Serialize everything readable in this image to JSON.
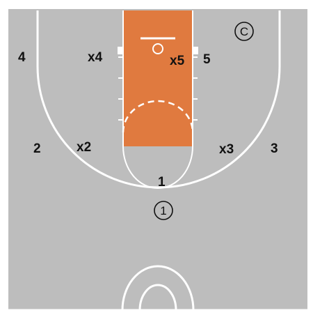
{
  "court": {
    "floor_color": "#bdbdbd",
    "lane_color": "#e07a3f",
    "line_color": "#ffffff",
    "outer_color": "#ffffff"
  },
  "players": {
    "p1": "1",
    "p2": "2",
    "p3": "3",
    "p4": "4",
    "p5": "5"
  },
  "defenders": {
    "x2": "x2",
    "x3": "x3",
    "x4": "x4",
    "x5": "x5"
  },
  "markers": {
    "ball_circle": "1",
    "coach_circle": "C"
  }
}
